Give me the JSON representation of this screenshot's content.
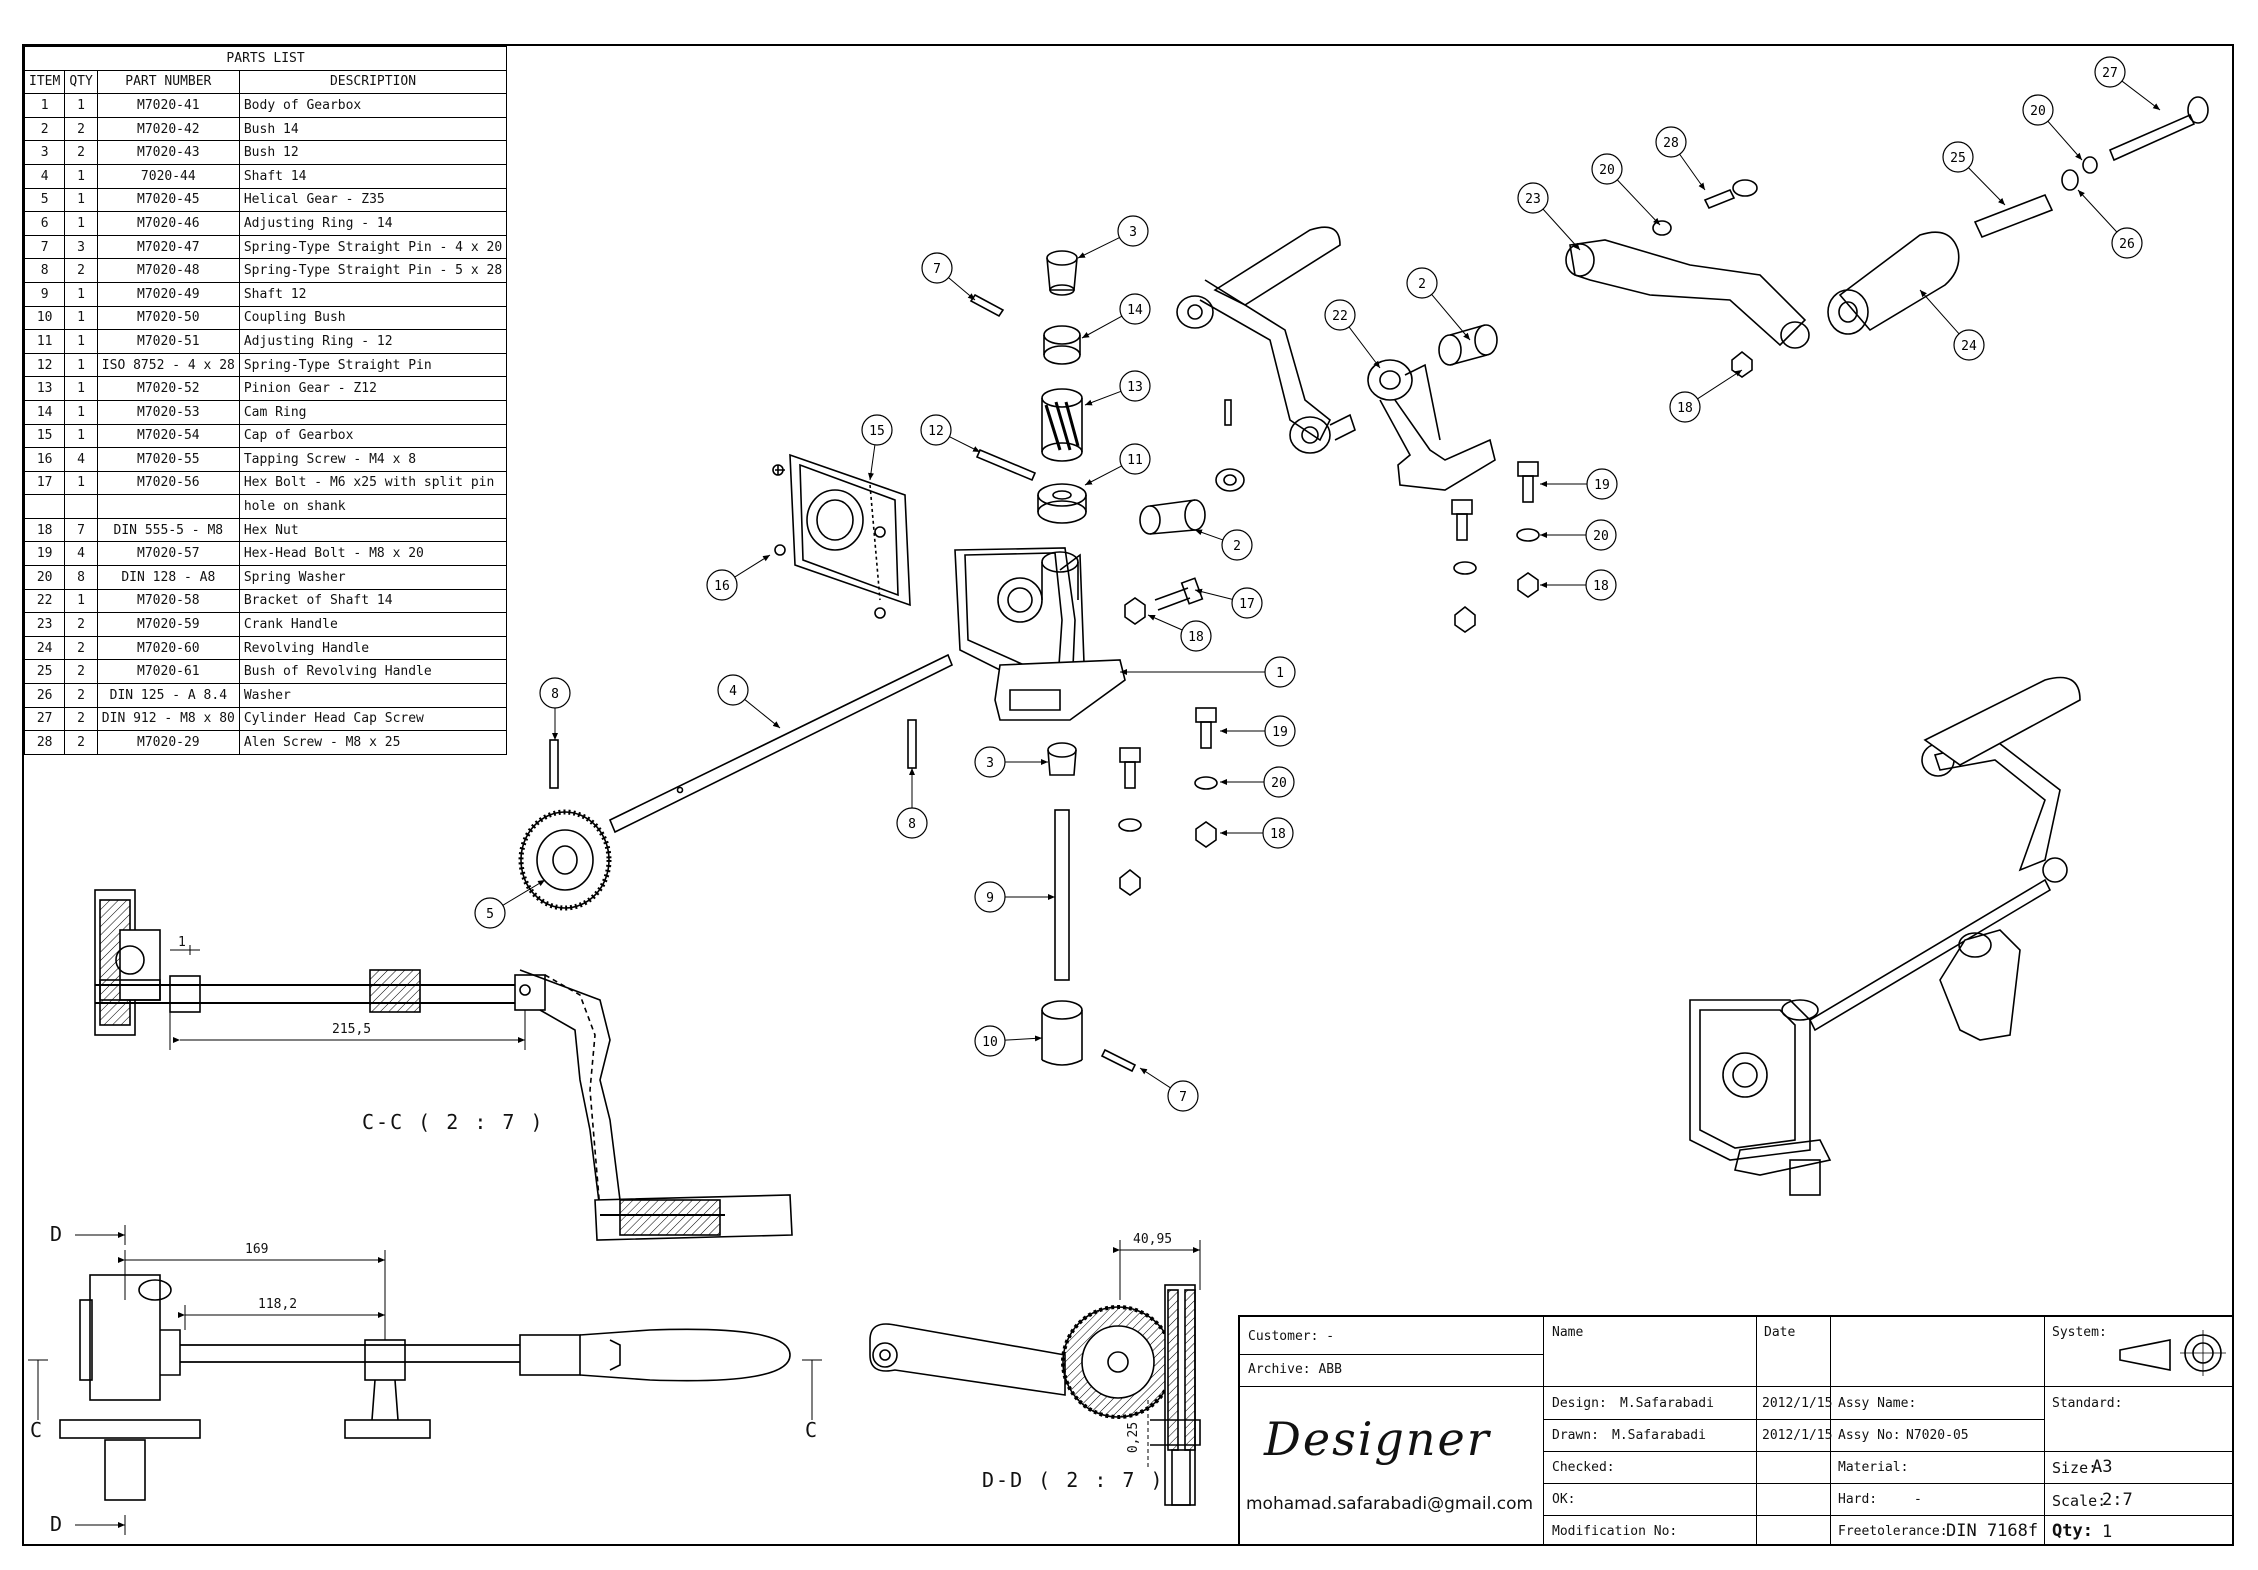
{
  "parts_list": {
    "title": "PARTS LIST",
    "headers": [
      "ITEM",
      "QTY",
      "PART NUMBER",
      "DESCRIPTION"
    ],
    "rows": [
      [
        "1",
        "1",
        "M7020-41",
        "Body of Gearbox"
      ],
      [
        "2",
        "2",
        "M7020-42",
        "Bush 14"
      ],
      [
        "3",
        "2",
        "M7020-43",
        "Bush 12"
      ],
      [
        "4",
        "1",
        "7020-44",
        "Shaft 14"
      ],
      [
        "5",
        "1",
        "M7020-45",
        "Helical Gear - Z35"
      ],
      [
        "6",
        "1",
        "M7020-46",
        "Adjusting Ring - 14"
      ],
      [
        "7",
        "3",
        "M7020-47",
        "Spring-Type Straight Pin - 4 x 20"
      ],
      [
        "8",
        "2",
        "M7020-48",
        "Spring-Type Straight Pin - 5 x 28"
      ],
      [
        "9",
        "1",
        "M7020-49",
        "Shaft 12"
      ],
      [
        "10",
        "1",
        "M7020-50",
        "Coupling Bush"
      ],
      [
        "11",
        "1",
        "M7020-51",
        "Adjusting Ring - 12"
      ],
      [
        "12",
        "1",
        "ISO 8752 - 4 x 28",
        "Spring-Type Straight Pin"
      ],
      [
        "13",
        "1",
        "M7020-52",
        "Pinion Gear - Z12"
      ],
      [
        "14",
        "1",
        "M7020-53",
        "Cam Ring"
      ],
      [
        "15",
        "1",
        "M7020-54",
        "Cap of Gearbox"
      ],
      [
        "16",
        "4",
        "M7020-55",
        "Tapping Screw - M4 x 8"
      ],
      [
        "17",
        "1",
        "M7020-56",
        "Hex Bolt - M6 x25 with split pin"
      ],
      [
        "",
        "",
        "",
        "hole on shank"
      ],
      [
        "18",
        "7",
        "DIN 555-5 - M8",
        "Hex Nut"
      ],
      [
        "19",
        "4",
        "M7020-57",
        "Hex-Head Bolt - M8 x 20"
      ],
      [
        "20",
        "8",
        "DIN 128 - A8",
        "Spring Washer"
      ],
      [
        "22",
        "1",
        "M7020-58",
        "Bracket of Shaft 14"
      ],
      [
        "23",
        "2",
        "M7020-59",
        "Crank Handle"
      ],
      [
        "24",
        "2",
        "M7020-60",
        "Revolving Handle"
      ],
      [
        "25",
        "2",
        "M7020-61",
        "Bush of Revolving Handle"
      ],
      [
        "26",
        "2",
        "DIN 125 - A 8.4",
        "Washer"
      ],
      [
        "27",
        "2",
        "DIN 912 - M8 x 80",
        "Cylinder Head Cap Screw"
      ],
      [
        "28",
        "2",
        "M7020-29",
        "Alen Screw - M8 x 25"
      ]
    ]
  },
  "balloons": [
    "1",
    "2",
    "3",
    "4",
    "5",
    "7",
    "8",
    "9",
    "10",
    "11",
    "12",
    "13",
    "14",
    "15",
    "16",
    "17",
    "18",
    "19",
    "20",
    "22",
    "23",
    "24",
    "25",
    "26",
    "27",
    "28"
  ],
  "sections": {
    "cc_label": "C-C ( 2 : 7 )",
    "dd_label": "D-D ( 2 : 7 )",
    "marker_c": "C",
    "marker_d": "D"
  },
  "dimensions": {
    "d1": "1",
    "d215": "215,5",
    "d169": "169",
    "d118": "118,2",
    "d4095": "40,95",
    "d025": "0,25"
  },
  "title_block": {
    "customer": "Customer: -",
    "archive": "Archive: ABB",
    "designer_sig": "Designer",
    "email": "mohamad.safarabadi@gmail.com",
    "name_hdr": "Name",
    "date_hdr": "Date",
    "system": "System:",
    "design_label": "Design:",
    "design_name": "M.Safarabadi",
    "design_date": "2012/1/15",
    "drawn_label": "Drawn:",
    "drawn_name": "M.Safarabadi",
    "drawn_date": "2012/1/15",
    "checked": "Checked:",
    "ok": "OK:",
    "modification": "Modification No:",
    "assy_name": "Assy Name:",
    "assy_no_label": "Assy No:",
    "assy_no": "N7020-05",
    "material": "Material:",
    "hard_label": "Hard:",
    "hard_value": "-",
    "freetolerance_label": "Freetolerance:",
    "freetolerance_value": "DIN 7168f",
    "standard": "Standard:",
    "size_label": "Size:",
    "size_value": "A3",
    "scale_label": "Scale:",
    "scale_value": "2:7",
    "qty_label": "Qty:",
    "qty_value": "1"
  }
}
